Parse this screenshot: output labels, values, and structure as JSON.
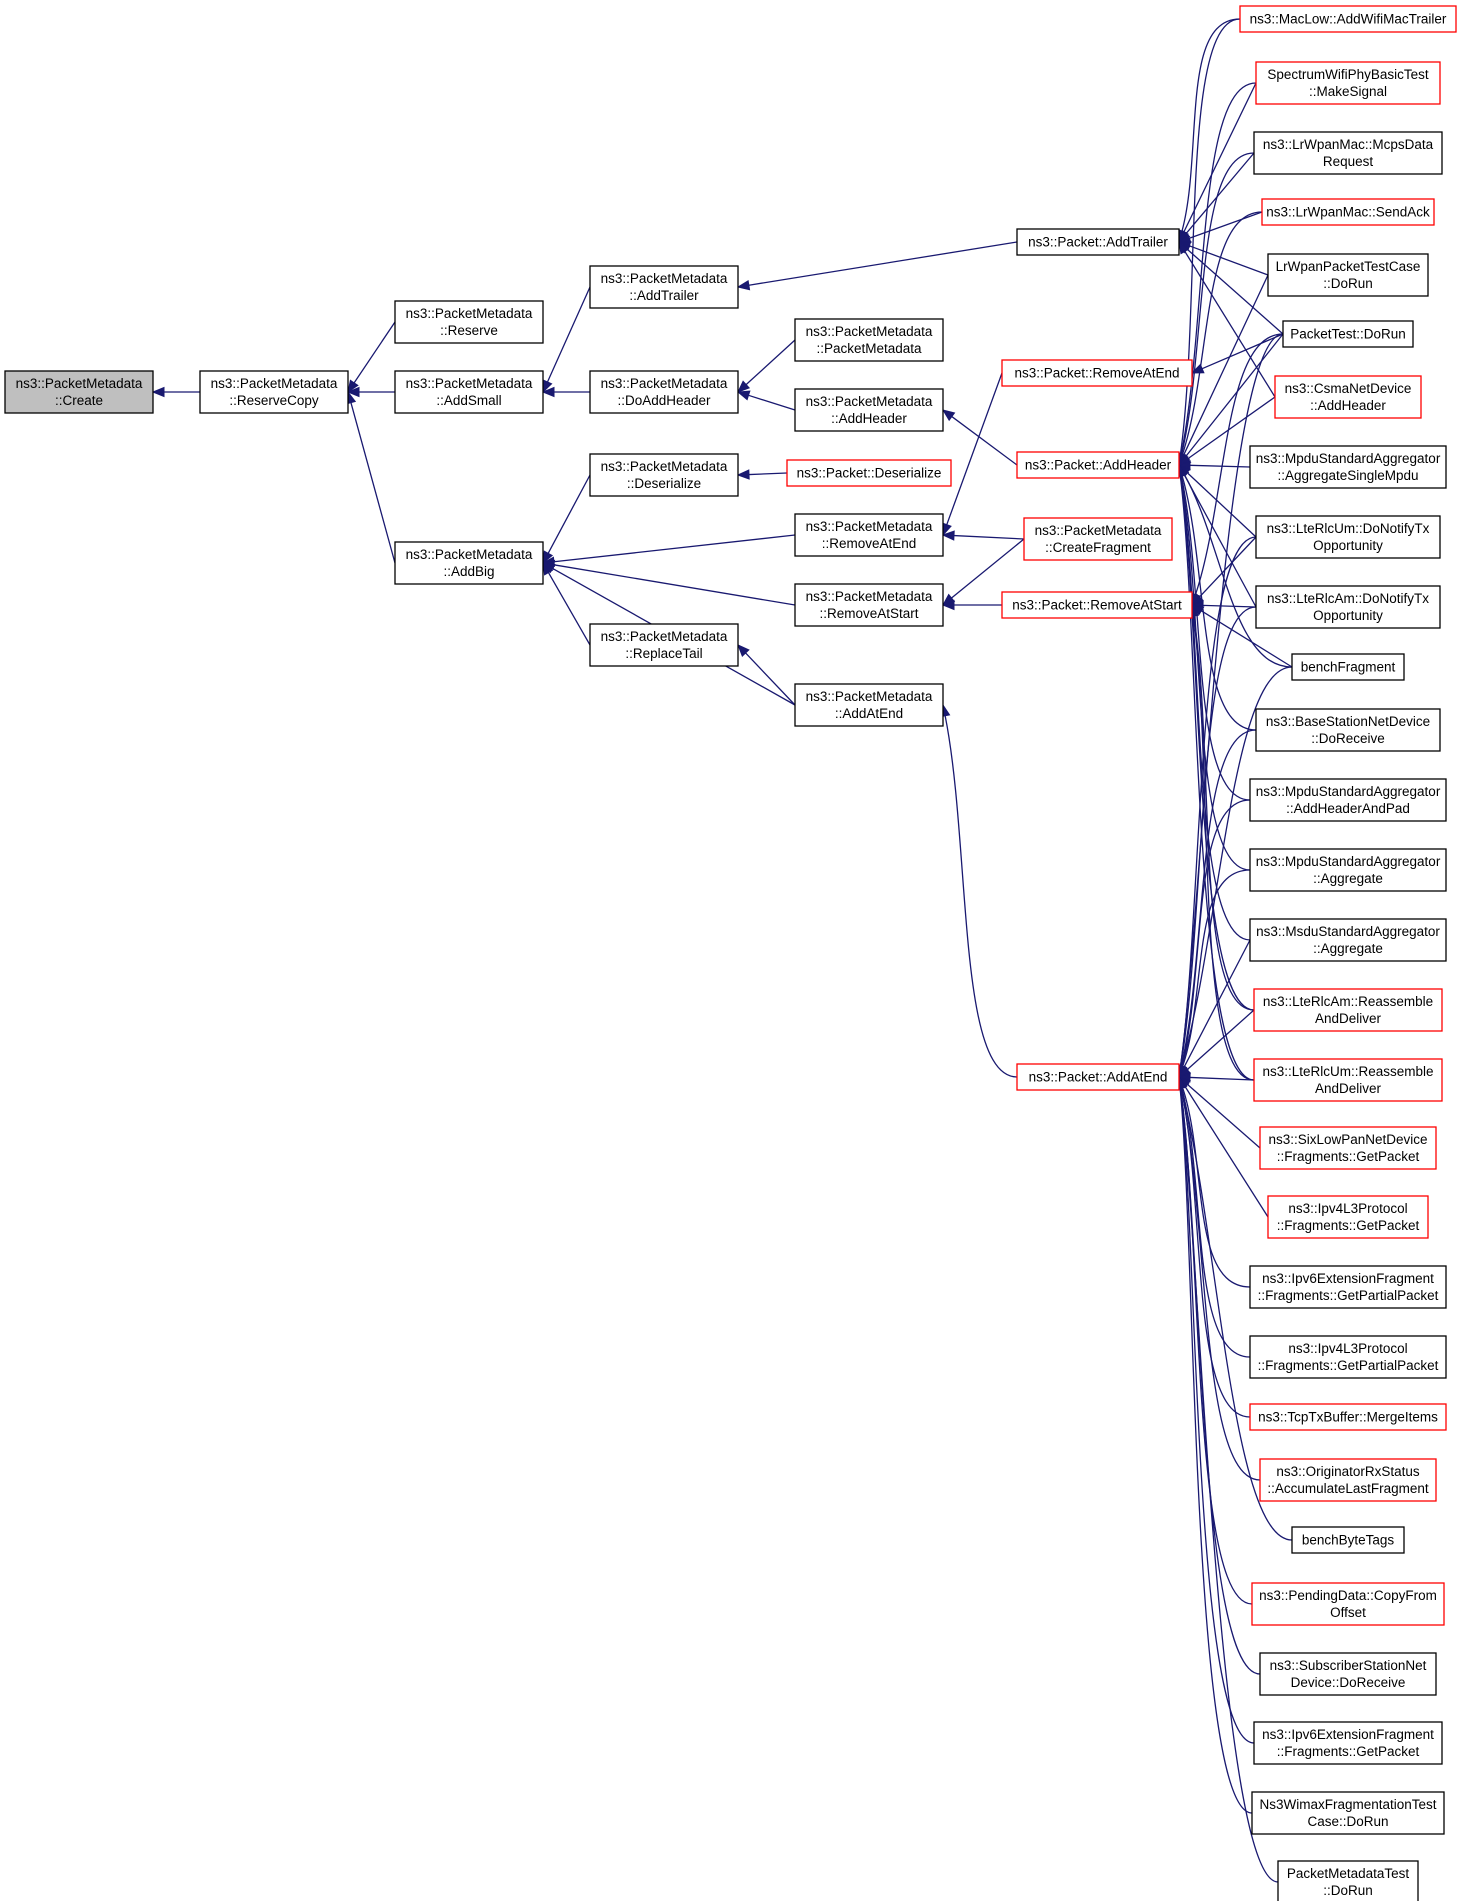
{
  "graph": {
    "nodes": [
      {
        "id": "create",
        "lines": [
          "ns3::PacketMetadata",
          "::Create"
        ],
        "kind": "focus"
      },
      {
        "id": "reservecopy",
        "lines": [
          "ns3::PacketMetadata",
          "::ReserveCopy"
        ],
        "kind": "normal"
      },
      {
        "id": "reserve",
        "lines": [
          "ns3::PacketMetadata",
          "::Reserve"
        ],
        "kind": "normal"
      },
      {
        "id": "addsmall",
        "lines": [
          "ns3::PacketMetadata",
          "::AddSmall"
        ],
        "kind": "normal"
      },
      {
        "id": "addbig",
        "lines": [
          "ns3::PacketMetadata",
          "::AddBig"
        ],
        "kind": "normal"
      },
      {
        "id": "pm_addtrailer",
        "lines": [
          "ns3::PacketMetadata",
          "::AddTrailer"
        ],
        "kind": "normal"
      },
      {
        "id": "pm_doaddheader",
        "lines": [
          "ns3::PacketMetadata",
          "::DoAddHeader"
        ],
        "kind": "normal"
      },
      {
        "id": "pm_deserialize",
        "lines": [
          "ns3::PacketMetadata",
          "::Deserialize"
        ],
        "kind": "normal"
      },
      {
        "id": "pm_replacetail",
        "lines": [
          "ns3::PacketMetadata",
          "::ReplaceTail"
        ],
        "kind": "normal"
      },
      {
        "id": "pm_ctor",
        "lines": [
          "ns3::PacketMetadata",
          "::PacketMetadata"
        ],
        "kind": "normal"
      },
      {
        "id": "pm_addheader",
        "lines": [
          "ns3::PacketMetadata",
          "::AddHeader"
        ],
        "kind": "normal"
      },
      {
        "id": "pm_removeatend",
        "lines": [
          "ns3::PacketMetadata",
          "::RemoveAtEnd"
        ],
        "kind": "normal"
      },
      {
        "id": "pm_removeatstart",
        "lines": [
          "ns3::PacketMetadata",
          "::RemoveAtStart"
        ],
        "kind": "normal"
      },
      {
        "id": "pm_addatend",
        "lines": [
          "ns3::PacketMetadata",
          "::AddAtEnd"
        ],
        "kind": "normal"
      },
      {
        "id": "p_addtrailer",
        "lines": [
          "ns3::Packet::AddTrailer"
        ],
        "kind": "normal"
      },
      {
        "id": "p_removeatend",
        "lines": [
          "ns3::Packet::RemoveAtEnd"
        ],
        "kind": "red"
      },
      {
        "id": "p_addheader",
        "lines": [
          "ns3::Packet::AddHeader"
        ],
        "kind": "red"
      },
      {
        "id": "p_deserialize",
        "lines": [
          "ns3::Packet::Deserialize"
        ],
        "kind": "red"
      },
      {
        "id": "pm_createfragment",
        "lines": [
          "ns3::PacketMetadata",
          "::CreateFragment"
        ],
        "kind": "red"
      },
      {
        "id": "p_removeatstart",
        "lines": [
          "ns3::Packet::RemoveAtStart"
        ],
        "kind": "red"
      },
      {
        "id": "p_addatend",
        "lines": [
          "ns3::Packet::AddAtEnd"
        ],
        "kind": "red"
      },
      {
        "id": "r_maclow",
        "lines": [
          "ns3::MacLow::AddWifiMacTrailer"
        ],
        "kind": "red"
      },
      {
        "id": "r_spectrum",
        "lines": [
          "SpectrumWifiPhyBasicTest",
          "::MakeSignal"
        ],
        "kind": "red"
      },
      {
        "id": "r_mcps",
        "lines": [
          "ns3::LrWpanMac::McpsData",
          "Request"
        ],
        "kind": "normal"
      },
      {
        "id": "r_sendack",
        "lines": [
          "ns3::LrWpanMac::SendAck"
        ],
        "kind": "red"
      },
      {
        "id": "r_lrwpantest",
        "lines": [
          "LrWpanPacketTestCase",
          "::DoRun"
        ],
        "kind": "normal"
      },
      {
        "id": "r_packettest",
        "lines": [
          "PacketTest::DoRun"
        ],
        "kind": "normal"
      },
      {
        "id": "r_csma",
        "lines": [
          "ns3::CsmaNetDevice",
          "::AddHeader"
        ],
        "kind": "red"
      },
      {
        "id": "r_mpduagg1",
        "lines": [
          "ns3::MpduStandardAggregator",
          "::AggregateSingleMpdu"
        ],
        "kind": "normal"
      },
      {
        "id": "r_lterlcum_tx",
        "lines": [
          "ns3::LteRlcUm::DoNotifyTx",
          "Opportunity"
        ],
        "kind": "normal"
      },
      {
        "id": "r_lterlcam_tx",
        "lines": [
          "ns3::LteRlcAm::DoNotifyTx",
          "Opportunity"
        ],
        "kind": "normal"
      },
      {
        "id": "r_benchfrag",
        "lines": [
          "benchFragment"
        ],
        "kind": "normal"
      },
      {
        "id": "r_basestation",
        "lines": [
          "ns3::BaseStationNetDevice",
          "::DoReceive"
        ],
        "kind": "normal"
      },
      {
        "id": "r_mpduaddhdr",
        "lines": [
          "ns3::MpduStandardAggregator",
          "::AddHeaderAndPad"
        ],
        "kind": "normal"
      },
      {
        "id": "r_mpduagg2",
        "lines": [
          "ns3::MpduStandardAggregator",
          "::Aggregate"
        ],
        "kind": "normal"
      },
      {
        "id": "r_msduagg",
        "lines": [
          "ns3::MsduStandardAggregator",
          "::Aggregate"
        ],
        "kind": "normal"
      },
      {
        "id": "r_lterlcam_re",
        "lines": [
          "ns3::LteRlcAm::Reassemble",
          "AndDeliver"
        ],
        "kind": "red"
      },
      {
        "id": "r_lterlcum_re",
        "lines": [
          "ns3::LteRlcUm::Reassemble",
          "AndDeliver"
        ],
        "kind": "red"
      },
      {
        "id": "r_sixlowpan",
        "lines": [
          "ns3::SixLowPanNetDevice",
          "::Fragments::GetPacket"
        ],
        "kind": "red"
      },
      {
        "id": "r_ipv4frag",
        "lines": [
          "ns3::Ipv4L3Protocol",
          "::Fragments::GetPacket"
        ],
        "kind": "red"
      },
      {
        "id": "r_ipv6partial",
        "lines": [
          "ns3::Ipv6ExtensionFragment",
          "::Fragments::GetPartialPacket"
        ],
        "kind": "normal"
      },
      {
        "id": "r_ipv4partial",
        "lines": [
          "ns3::Ipv4L3Protocol",
          "::Fragments::GetPartialPacket"
        ],
        "kind": "normal"
      },
      {
        "id": "r_tcptx",
        "lines": [
          "ns3::TcpTxBuffer::MergeItems"
        ],
        "kind": "red"
      },
      {
        "id": "r_originator",
        "lines": [
          "ns3::OriginatorRxStatus",
          "::AccumulateLastFragment"
        ],
        "kind": "red"
      },
      {
        "id": "r_benchbyte",
        "lines": [
          "benchByteTags"
        ],
        "kind": "normal"
      },
      {
        "id": "r_pending",
        "lines": [
          "ns3::PendingData::CopyFrom",
          "Offset"
        ],
        "kind": "red"
      },
      {
        "id": "r_subscriber",
        "lines": [
          "ns3::SubscriberStationNet",
          "Device::DoReceive"
        ],
        "kind": "normal"
      },
      {
        "id": "r_ipv6getpacket",
        "lines": [
          "ns3::Ipv6ExtensionFragment",
          "::Fragments::GetPacket"
        ],
        "kind": "normal"
      },
      {
        "id": "r_wimax",
        "lines": [
          "Ns3WimaxFragmentationTest",
          "Case::DoRun"
        ],
        "kind": "normal"
      },
      {
        "id": "r_pmtest",
        "lines": [
          "PacketMetadataTest",
          "::DoRun"
        ],
        "kind": "normal"
      }
    ],
    "edges": [
      [
        "reservecopy",
        "create"
      ],
      [
        "reserve",
        "reservecopy"
      ],
      [
        "addsmall",
        "reservecopy"
      ],
      [
        "addbig",
        "reservecopy"
      ],
      [
        "pm_addtrailer",
        "addsmall"
      ],
      [
        "pm_doaddheader",
        "addsmall"
      ],
      [
        "pm_deserialize",
        "addbig"
      ],
      [
        "pm_removeatend",
        "addbig"
      ],
      [
        "pm_removeatstart",
        "addbig"
      ],
      [
        "pm_replacetail",
        "addbig"
      ],
      [
        "pm_addatend",
        "addbig"
      ],
      [
        "pm_ctor",
        "pm_doaddheader"
      ],
      [
        "pm_addheader",
        "pm_doaddheader"
      ],
      [
        "p_deserialize",
        "pm_deserialize"
      ],
      [
        "pm_createfragment",
        "pm_removeatend"
      ],
      [
        "p_removeatend",
        "pm_removeatend"
      ],
      [
        "pm_createfragment",
        "pm_removeatstart"
      ],
      [
        "p_removeatstart",
        "pm_removeatstart"
      ],
      [
        "pm_addatend",
        "pm_replacetail"
      ],
      [
        "p_addatend",
        "pm_addatend"
      ],
      [
        "p_addtrailer",
        "pm_addtrailer"
      ],
      [
        "p_addheader",
        "pm_addheader"
      ],
      [
        "r_maclow",
        "p_addtrailer"
      ],
      [
        "r_spectrum",
        "p_addtrailer"
      ],
      [
        "r_mcps",
        "p_addtrailer"
      ],
      [
        "r_sendack",
        "p_addtrailer"
      ],
      [
        "r_lrwpantest",
        "p_addtrailer"
      ],
      [
        "r_packettest",
        "p_addtrailer"
      ],
      [
        "r_csma",
        "p_addtrailer"
      ],
      [
        "r_packettest",
        "p_removeatend"
      ],
      [
        "r_maclow",
        "p_addheader"
      ],
      [
        "r_spectrum",
        "p_addheader"
      ],
      [
        "r_mcps",
        "p_addheader"
      ],
      [
        "r_sendack",
        "p_addheader"
      ],
      [
        "r_lrwpantest",
        "p_addheader"
      ],
      [
        "r_packettest",
        "p_addheader"
      ],
      [
        "r_csma",
        "p_addheader"
      ],
      [
        "r_mpduagg1",
        "p_addheader"
      ],
      [
        "r_lterlcum_tx",
        "p_addheader"
      ],
      [
        "r_lterlcam_tx",
        "p_addheader"
      ],
      [
        "r_benchfrag",
        "p_addheader"
      ],
      [
        "r_basestation",
        "p_addheader"
      ],
      [
        "r_mpduaddhdr",
        "p_addheader"
      ],
      [
        "r_mpduagg2",
        "p_addheader"
      ],
      [
        "r_msduagg",
        "p_addheader"
      ],
      [
        "r_lterlcam_re",
        "p_addheader"
      ],
      [
        "r_lterlcum_re",
        "p_addheader"
      ],
      [
        "r_lterlcum_tx",
        "p_removeatstart"
      ],
      [
        "r_lterlcam_tx",
        "p_removeatstart"
      ],
      [
        "r_packettest",
        "p_removeatstart"
      ],
      [
        "r_benchfrag",
        "p_removeatstart"
      ],
      [
        "r_lterlcam_re",
        "p_removeatstart"
      ],
      [
        "r_lterlcum_re",
        "p_removeatstart"
      ],
      [
        "r_packettest",
        "p_addatend"
      ],
      [
        "r_lterlcum_tx",
        "p_addatend"
      ],
      [
        "r_lterlcam_tx",
        "p_addatend"
      ],
      [
        "r_benchfrag",
        "p_addatend"
      ],
      [
        "r_basestation",
        "p_addatend"
      ],
      [
        "r_mpduaddhdr",
        "p_addatend"
      ],
      [
        "r_mpduagg2",
        "p_addatend"
      ],
      [
        "r_msduagg",
        "p_addatend"
      ],
      [
        "r_lterlcam_re",
        "p_addatend"
      ],
      [
        "r_lterlcum_re",
        "p_addatend"
      ],
      [
        "r_sixlowpan",
        "p_addatend"
      ],
      [
        "r_ipv4frag",
        "p_addatend"
      ],
      [
        "r_ipv6partial",
        "p_addatend"
      ],
      [
        "r_ipv4partial",
        "p_addatend"
      ],
      [
        "r_tcptx",
        "p_addatend"
      ],
      [
        "r_originator",
        "p_addatend"
      ],
      [
        "r_benchbyte",
        "p_addatend"
      ],
      [
        "r_pending",
        "p_addatend"
      ],
      [
        "r_subscriber",
        "p_addatend"
      ],
      [
        "r_ipv6getpacket",
        "p_addatend"
      ],
      [
        "r_wimax",
        "p_addatend"
      ],
      [
        "r_pmtest",
        "p_addatend"
      ]
    ]
  }
}
